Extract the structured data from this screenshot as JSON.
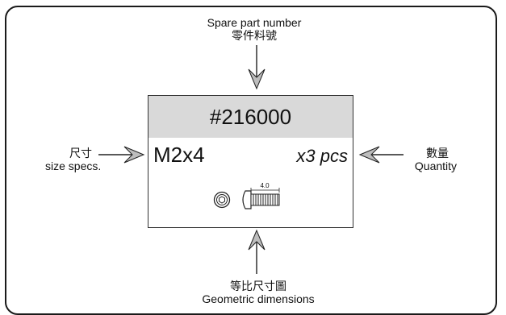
{
  "labels": {
    "top_en": "Spare part number",
    "top_zh": "零件料號",
    "left_zh": "尺寸",
    "left_en": "size specs.",
    "right_zh": "數量",
    "right_en": "Quantity",
    "bottom_zh": "等比尺寸圖",
    "bottom_en": "Geometric dimensions"
  },
  "card": {
    "part_number": "#216000",
    "size": "M2x4",
    "quantity": "x3 pcs",
    "dimension_label": "4.0"
  }
}
